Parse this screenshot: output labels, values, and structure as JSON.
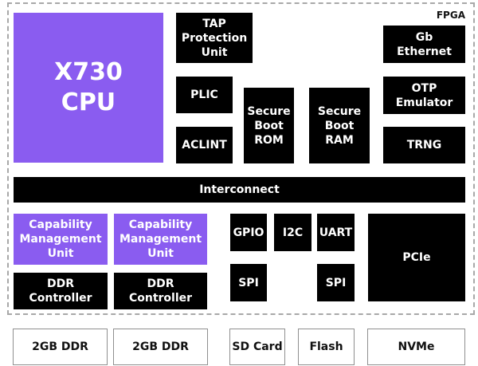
{
  "fpga": {
    "label": "FPGA"
  },
  "blocks": {
    "cpu": "X730\nCPU",
    "tap": "TAP\nProtection\nUnit",
    "plic": "PLIC",
    "aclint": "ACLINT",
    "boot_rom": "Secure\nBoot\nROM",
    "boot_ram": "Secure\nBoot\nRAM",
    "ethernet": "Gb\nEthernet",
    "otp": "OTP\nEmulator",
    "trng": "TRNG",
    "interconnect": "Interconnect",
    "cmu1": "Capability\nManagement\nUnit",
    "cmu2": "Capability\nManagement\nUnit",
    "ddr_ctrl1": "DDR\nController",
    "ddr_ctrl2": "DDR\nController",
    "gpio": "GPIO",
    "i2c": "I2C",
    "uart": "UART",
    "spi1": "SPI",
    "spi2": "SPI",
    "pcie": "PCIe"
  },
  "external": {
    "ddr1": "2GB DDR",
    "ddr2": "2GB DDR",
    "sd": "SD Card",
    "flash": "Flash",
    "nvme": "NVMe"
  },
  "colors": {
    "block": "#000000",
    "accent": "#8a5cf0",
    "border": "#a8a8a8"
  }
}
